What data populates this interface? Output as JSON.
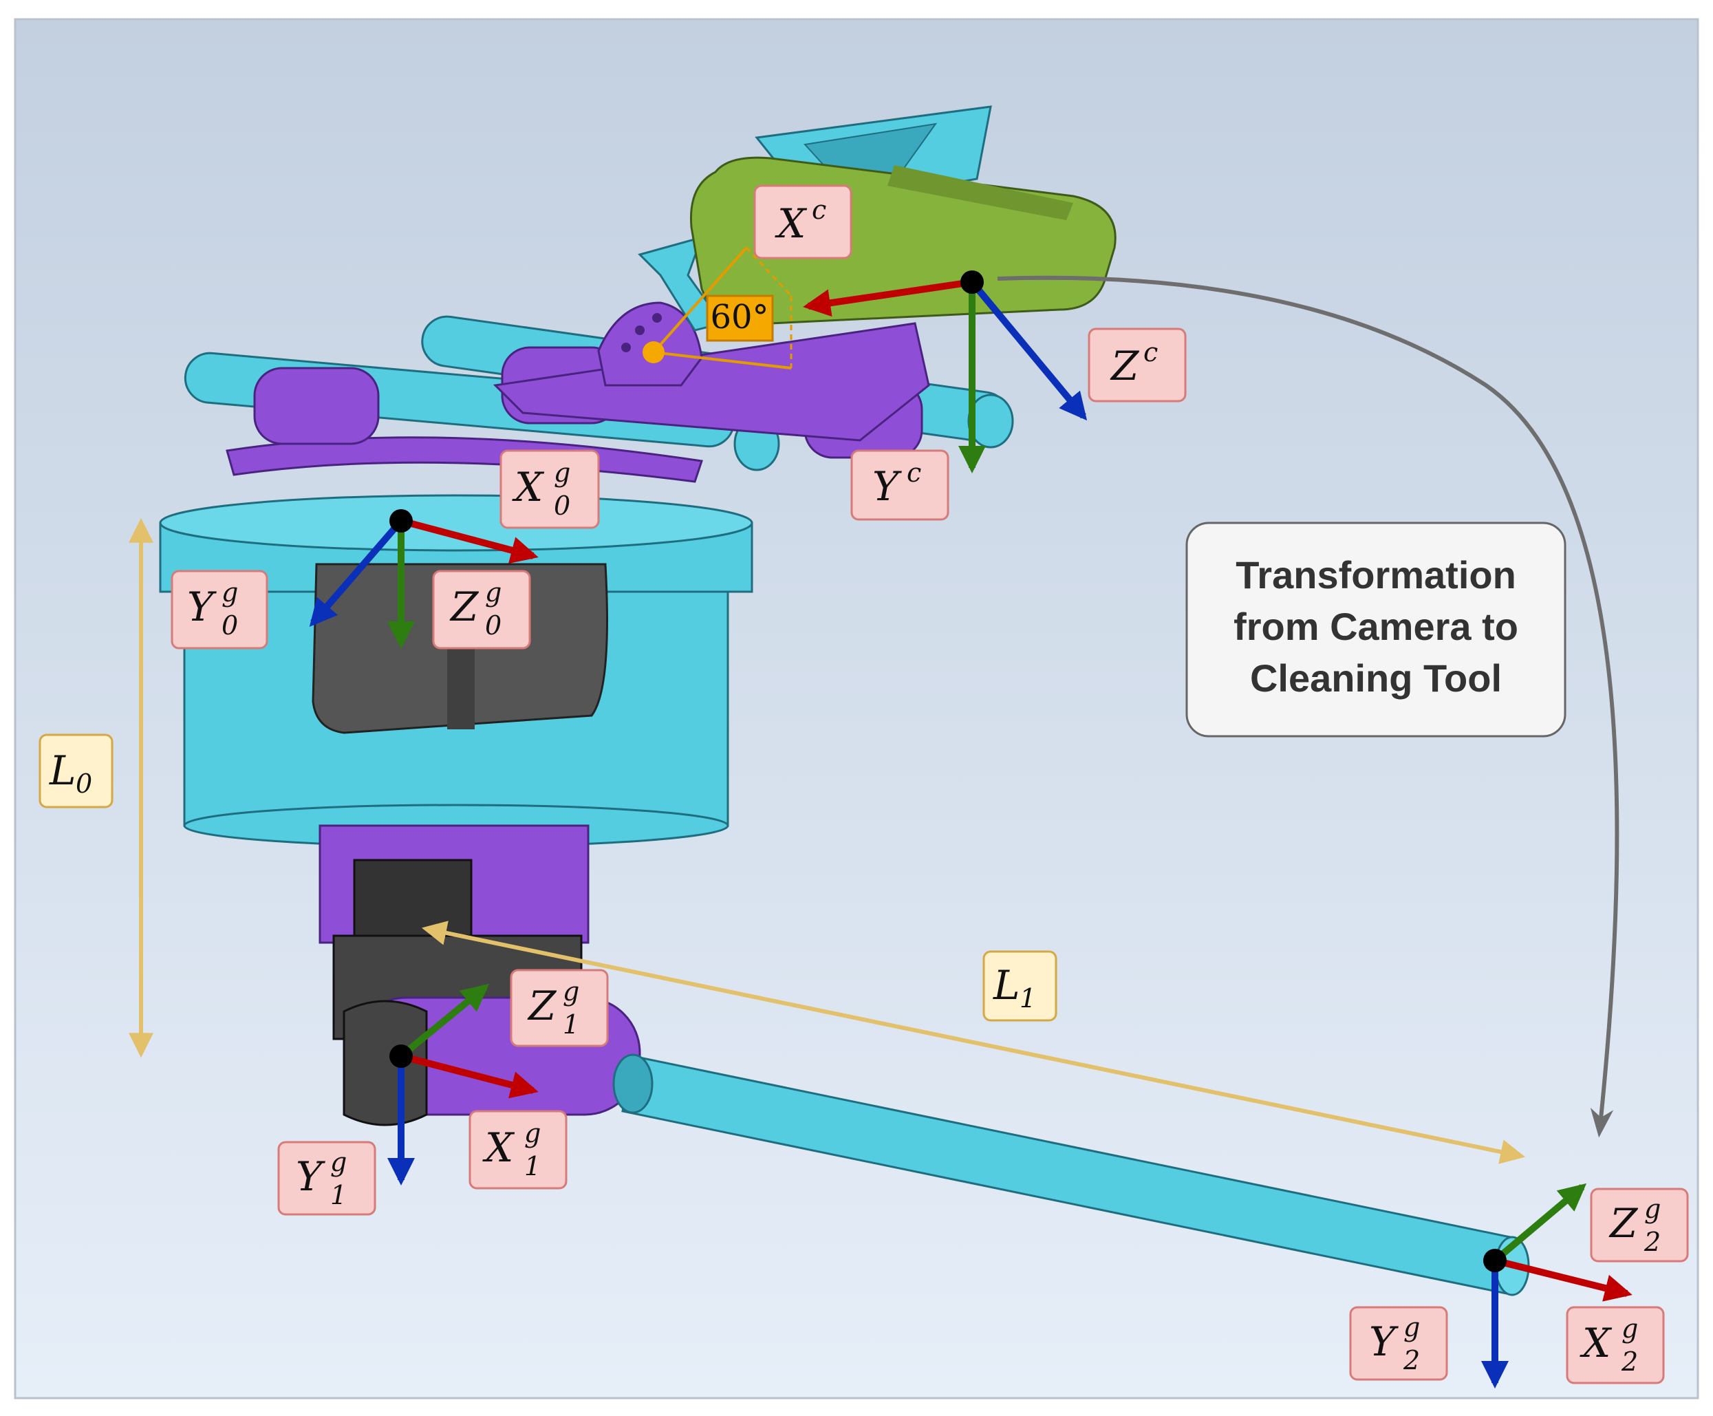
{
  "colors": {
    "x_axis": "#c00000",
    "y_axis": "#0a2fb8",
    "z_axis": "#2e7d10",
    "dimension": "#e3c06a",
    "label_fill": "#f8cecc",
    "label_stroke": "#d77a78",
    "dim_label_fill": "#fff2cc",
    "dim_label_stroke": "#d6a845",
    "transform_arrow": "#6e6e6e",
    "tube": "#55cde0",
    "bracket": "#8e4fd6",
    "camera": "#86b33c"
  },
  "labels": {
    "camera": {
      "x": {
        "base": "X",
        "sup": "c"
      },
      "y": {
        "base": "Y",
        "sup": "c"
      },
      "z": {
        "base": "Z",
        "sup": "c"
      }
    },
    "frame0": {
      "x": {
        "base": "X",
        "sup": "g",
        "sub": "0"
      },
      "y": {
        "base": "Y",
        "sup": "g",
        "sub": "0"
      },
      "z": {
        "base": "Z",
        "sup": "g",
        "sub": "0"
      }
    },
    "frame1": {
      "x": {
        "base": "X",
        "sup": "g",
        "sub": "1"
      },
      "y": {
        "base": "Y",
        "sup": "g",
        "sub": "1"
      },
      "z": {
        "base": "Z",
        "sup": "g",
        "sub": "1"
      }
    },
    "frame2": {
      "x": {
        "base": "X",
        "sup": "g",
        "sub": "2"
      },
      "y": {
        "base": "Y",
        "sup": "g",
        "sub": "2"
      },
      "z": {
        "base": "Z",
        "sup": "g",
        "sub": "2"
      }
    },
    "L0": {
      "base": "L",
      "sub": "0"
    },
    "L1": {
      "base": "L",
      "sub": "1"
    },
    "angle": "60°",
    "note_lines": [
      "Transformation",
      "from Camera to",
      "Cleaning Tool"
    ]
  }
}
